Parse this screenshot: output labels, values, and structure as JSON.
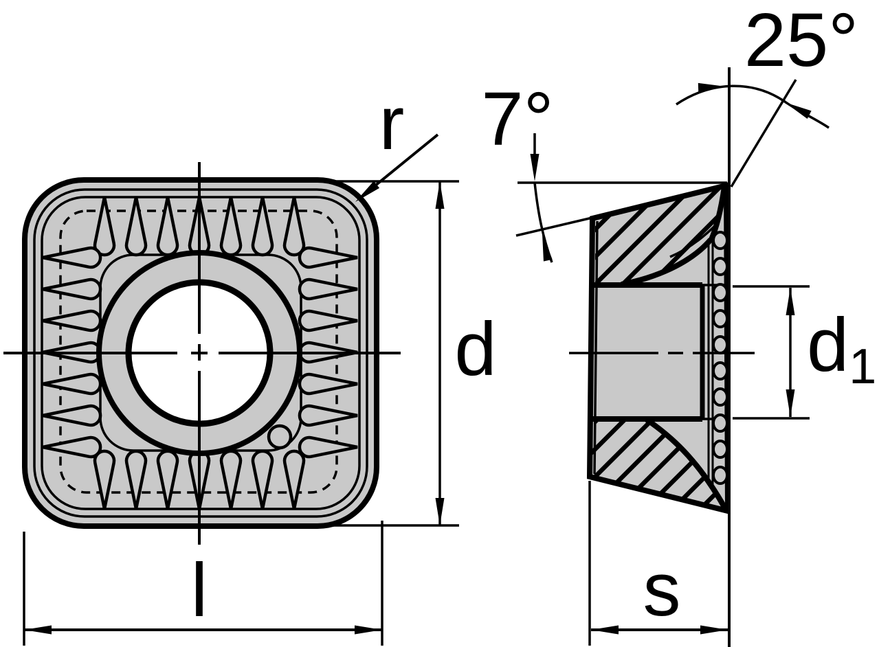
{
  "drawing": {
    "background": "#ffffff",
    "line_color": "#000000",
    "fill_color": "#c9c9c9",
    "labels": {
      "corner_radius": "r",
      "inscribed_diameter": "d",
      "edge_length": "l",
      "hole_diameter_base": "d",
      "hole_diameter_subscript": "1",
      "thickness": "s",
      "rake_angle": "7°",
      "chamfer_angle": "25°"
    }
  }
}
